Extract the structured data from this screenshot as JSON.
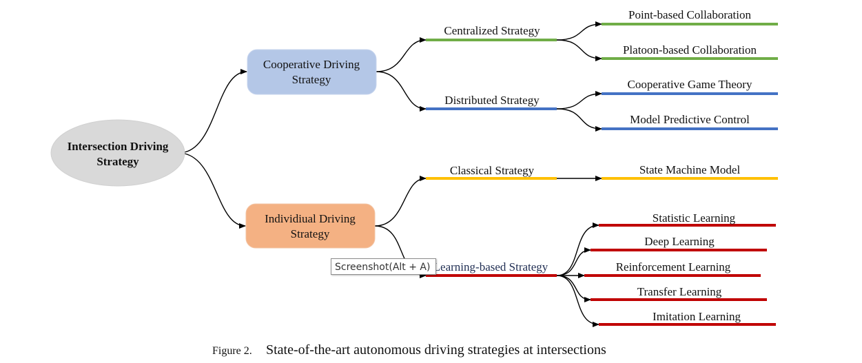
{
  "root": {
    "label_line1": "Intersection Driving",
    "label_line2": "Strategy",
    "color": "#d9d9d9"
  },
  "cooperative": {
    "label_line1": "Cooperative Driving",
    "label_line2": "Strategy",
    "color": "#b4c7e7"
  },
  "individual": {
    "label_line1": "Individiual Driving",
    "label_line2": "Strategy",
    "color": "#f4b183"
  },
  "strategies": {
    "centralized": "Centralized Strategy",
    "distributed": "Distributed Strategy",
    "classical": "Classical Strategy",
    "learning": "Learning-based Strategy"
  },
  "leaves": {
    "point": "Point-based Collaboration",
    "platoon": "Platoon-based Collaboration",
    "game": "Cooperative Game Theory",
    "mpc": "Model Predictive Control",
    "fsm": "State Machine Model",
    "statistic": "Statistic Learning",
    "deep": "Deep Learning",
    "reinforcement": "Reinforcement Learning",
    "transfer": "Transfer Learning",
    "imitation": "Imitation Learning"
  },
  "colors": {
    "green": "#70ad47",
    "blue": "#4472c4",
    "yellow": "#ffc000",
    "red": "#c00000"
  },
  "caption": {
    "prefix": "Figure 2.",
    "text": "State-of-the-art autonomous driving strategies at intersections"
  },
  "tooltip": "Screenshot(Alt + A)"
}
